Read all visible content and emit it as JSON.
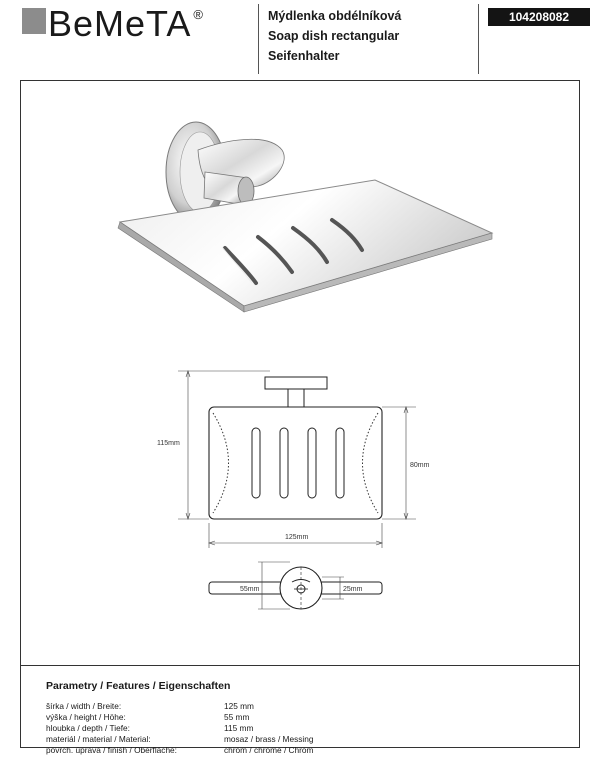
{
  "header": {
    "brand": "BeMeTA",
    "registered_mark": "®",
    "titles": [
      "Mýdlenka obdélníková",
      "Soap dish rectangular",
      "Seifenhalter"
    ],
    "product_code": "104208082"
  },
  "drawing": {
    "front_height": "115mm",
    "dish_height": "80mm",
    "dish_width": "125mm",
    "top_depth": "55mm",
    "rosette": "25mm"
  },
  "features": {
    "title": "Parametry / Features / Eigenschaften",
    "rows": [
      {
        "label": "šírka / width / Breite:",
        "value": "125 mm"
      },
      {
        "label": "výška / height / Höhe:",
        "value": "55 mm"
      },
      {
        "label": "hloubka / depth / Tiefe:",
        "value": "115 mm"
      },
      {
        "label": "materiál / material / Material:",
        "value": "mosaz / brass / Messing"
      },
      {
        "label": "povrch. úprava / finish / Oberfläche:",
        "value": "chrom / chrome / Chrom"
      }
    ]
  },
  "colors": {
    "ink": "#1a1a1a",
    "logo_mark": "#8c8c8c",
    "code_background": "#141414",
    "chrome_light": "#f4f4f4",
    "chrome_dark": "#9a9a9a"
  }
}
